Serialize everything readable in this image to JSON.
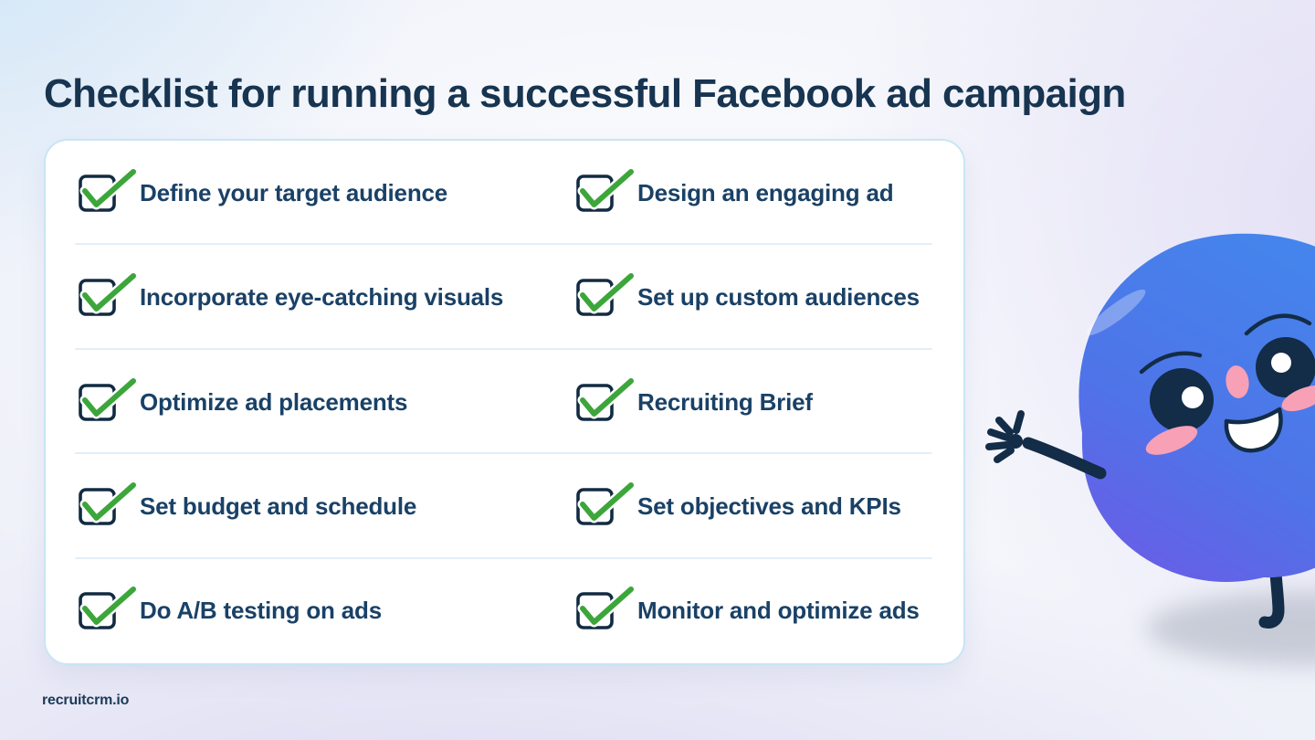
{
  "header": {
    "title": "Checklist for running a successful Facebook ad campaign"
  },
  "checklist_card": {
    "rows": [
      {
        "left": "Define your target audience",
        "right": "Design an engaging ad"
      },
      {
        "left": "Incorporate eye-catching visuals",
        "right": "Set up custom audiences"
      },
      {
        "left": "Optimize ad placements",
        "right": "Recruiting Brief"
      },
      {
        "left": "Set budget and schedule",
        "right": "Set objectives and KPIs"
      },
      {
        "left": "Do A/B testing on ads",
        "right": "Monitor and optimize ads"
      }
    ],
    "checkbox": {
      "state": "checked",
      "check_color": "#3CA63B",
      "box_color": "#122B42"
    }
  },
  "footer": {
    "brand": "recruitcrm.io"
  },
  "mascot": {
    "name": "blue blob character waving",
    "colors": {
      "body_top": "#4486EC",
      "body_bottom": "#6E59E6",
      "outline": "#132C47",
      "blush": "#F7A0B6"
    }
  },
  "palette": {
    "title_text": "#173450",
    "item_text": "#1A4166",
    "card_background": "#FFFFFF",
    "card_border": "#C9E5F4",
    "divider": "#E2EFF9",
    "background_blue": "#CFE6F8",
    "background_lavender": "#D7D3F0"
  }
}
